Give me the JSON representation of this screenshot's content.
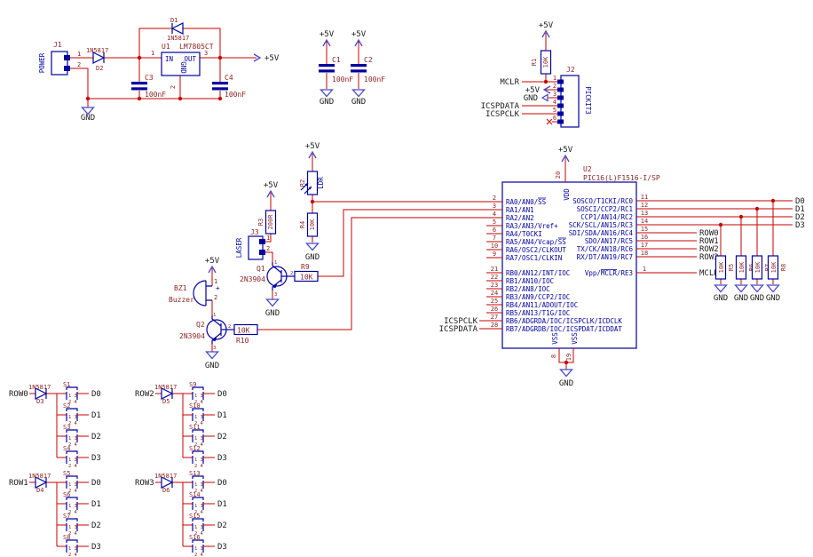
{
  "colors": {
    "wire": "#c80000",
    "symbol": "#00009d",
    "designator": "#8b2323",
    "net_label": "#1a1a1a",
    "supply_marker": "#4848c8",
    "background": "#ffffff"
  },
  "nets": {
    "p5v": "+5V",
    "gnd": "GND",
    "mclr": "MCLR",
    "icspdata": "ICSPDATA",
    "icspclk": "ICSPCLK",
    "d0": "D0",
    "d1": "D1",
    "d2": "D2",
    "d3": "D3",
    "row0": "ROW0",
    "row1": "ROW1",
    "row2": "ROW2",
    "row3": "ROW3"
  },
  "power_supply": {
    "j1": {
      "ref": "J1",
      "name": "POWER",
      "pin1": "1",
      "pin2": "2"
    },
    "d2": {
      "ref": "D2",
      "value": "1N5817"
    },
    "d1": {
      "ref": "D1",
      "value": "1N5817"
    },
    "u1": {
      "ref": "U1",
      "value": "LM7805CT",
      "pin_in": "IN",
      "pin_out": "OUT",
      "pin_gnd": "GND",
      "num_in": "1",
      "num_out": "3",
      "num_gnd": "2"
    },
    "c3": {
      "ref": "C3",
      "value": "100nF"
    },
    "c4": {
      "ref": "C4",
      "value": "100nF"
    }
  },
  "decoupling": {
    "c1": {
      "ref": "C1",
      "value": "100nF"
    },
    "c2": {
      "ref": "C2",
      "value": "100nF"
    }
  },
  "programmer": {
    "r1": {
      "ref": "R1",
      "value": "10K"
    },
    "j2": {
      "ref": "J2",
      "name": "PICKIT3",
      "pins": [
        "1",
        "2",
        "3",
        "4",
        "5",
        "6"
      ]
    }
  },
  "light_sensor": {
    "r2": {
      "ref": "R2",
      "value": "LDR"
    },
    "r4": {
      "ref": "R4",
      "value": "10K"
    }
  },
  "laser": {
    "r3": {
      "ref": "R3",
      "value": "200R"
    },
    "j3": {
      "ref": "J3",
      "name": "LASER",
      "pin1": "1",
      "pin2": "2"
    },
    "q1": {
      "ref": "Q1",
      "value": "2N3904",
      "pin1": "1",
      "pin2": "2",
      "pin3": "3"
    },
    "r9": {
      "ref": "R9",
      "value": "10K"
    }
  },
  "buzzer": {
    "bz1": {
      "ref": "BZ1",
      "value": "Buzzer",
      "pin1": "1",
      "pin2": "2",
      "plus": "+"
    },
    "q2": {
      "ref": "Q2",
      "value": "2N3904",
      "pin1": "1",
      "pin2": "2",
      "pin3": "3"
    },
    "r10": {
      "ref": "R10",
      "value": "10K"
    }
  },
  "mcu": {
    "ref": "U2",
    "value": "PIC16(L)F1516-I/SP",
    "vdd": "VDD",
    "vdd_pin": "20",
    "vss1": "VSS",
    "vss2": "VSS",
    "vss_pin1": "8",
    "vss_pin2": "19",
    "left_pins": [
      {
        "num": "2",
        "name": "RA0/AN0/SS"
      },
      {
        "num": "3",
        "name": "RA1/AN1"
      },
      {
        "num": "4",
        "name": "RA2/AN2"
      },
      {
        "num": "5",
        "name": "RA3/AN3/Vref+"
      },
      {
        "num": "6",
        "name": "RA4/T0CKI"
      },
      {
        "num": "7",
        "name": "RA5/AN4/Vcap/SS"
      },
      {
        "num": "10",
        "name": "RA6/OSC2/CLKOUT"
      },
      {
        "num": "9",
        "name": "RA7/OSC1/CLKIN"
      },
      {
        "num": "21",
        "name": "RB0/AN12/INT/IOC"
      },
      {
        "num": "22",
        "name": "RB1/AN10/IOC"
      },
      {
        "num": "23",
        "name": "RB2/AN8/IOC"
      },
      {
        "num": "24",
        "name": "RB3/AN9/CCP2/IOC"
      },
      {
        "num": "25",
        "name": "RB4/AN11/ADOUT/IOC"
      },
      {
        "num": "26",
        "name": "RB5/AN13/T1G/IOC"
      },
      {
        "num": "27",
        "name": "RB6/ADGRDA/IOC/ICSPCLK/ICDCLK"
      },
      {
        "num": "28",
        "name": "RB7/ADGRDB/IOC/ICSPDAT/ICDDAT"
      }
    ],
    "right_pins": [
      {
        "num": "11",
        "name": "SOSCO/T1CKI/RC0"
      },
      {
        "num": "12",
        "name": "SOSCI/CCP2/RC1"
      },
      {
        "num": "13",
        "name": "CCP1/AN14/RC2"
      },
      {
        "num": "14",
        "name": "SCK/SCL/AN15/RC3"
      },
      {
        "num": "15",
        "name": "SDI/SDA/AN16/RC4"
      },
      {
        "num": "16",
        "name": "SDO/AN17/RC5"
      },
      {
        "num": "17",
        "name": "TX/CK/AN18/RC6"
      },
      {
        "num": "18",
        "name": "RX/DT/AN19/RC7"
      },
      {
        "num": "1",
        "name": "Vpp/MCLR/RE3"
      }
    ]
  },
  "pullups": [
    {
      "ref": "R5",
      "value": "10K"
    },
    {
      "ref": "R6",
      "value": "10K"
    },
    {
      "ref": "R7",
      "value": "10K"
    },
    {
      "ref": "R8",
      "value": "10K"
    }
  ],
  "keypad": {
    "diode_value": "1N5817",
    "switch_pins": {
      "p1": "1",
      "p2": "2",
      "p3": "3",
      "p4": "4"
    },
    "cols": [
      "D0",
      "D1",
      "D2",
      "D3"
    ],
    "groups": [
      {
        "row": "ROW0",
        "diode": "D3",
        "switches": [
          "S1",
          "S2",
          "S3",
          "S4"
        ]
      },
      {
        "row": "ROW2",
        "diode": "D5",
        "switches": [
          "S9",
          "S10",
          "S11",
          "S12"
        ]
      },
      {
        "row": "ROW1",
        "diode": "D4",
        "switches": [
          "S5",
          "S6",
          "S7",
          "S8"
        ]
      },
      {
        "row": "ROW3",
        "diode": "D6",
        "switches": [
          "S13",
          "S14",
          "S15",
          "S16"
        ]
      }
    ]
  }
}
